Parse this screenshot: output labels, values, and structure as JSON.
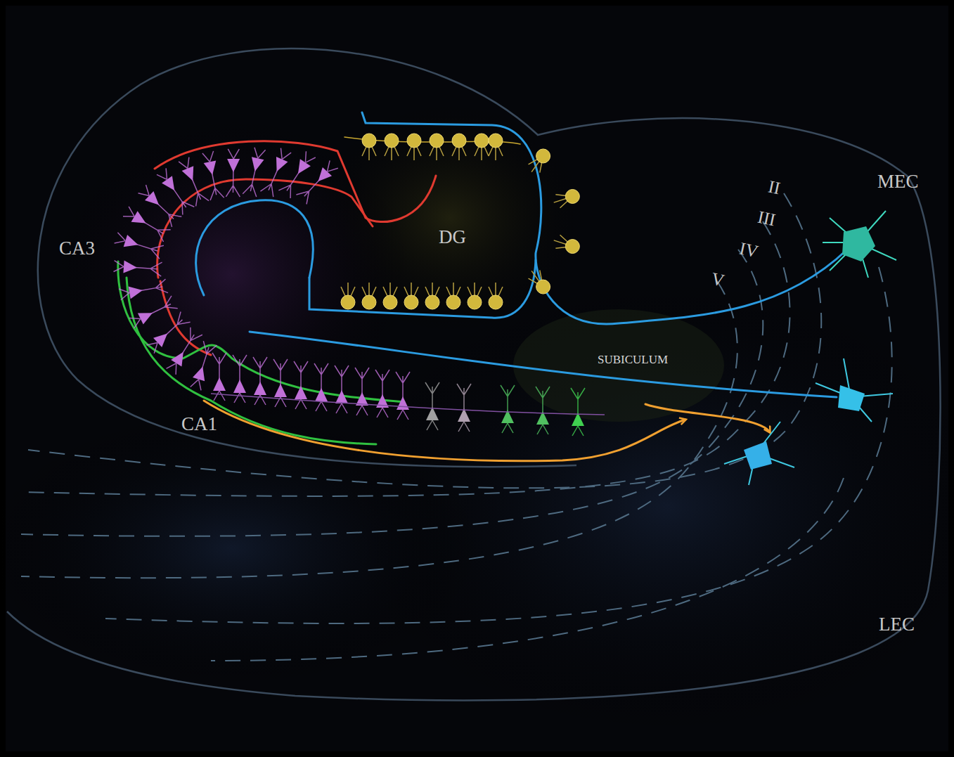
{
  "diagram": {
    "labels": [
      "CA3",
      "DG",
      "CA1",
      "SUBICULUM",
      "II",
      "III",
      "IV",
      "V",
      "MEC",
      "LEC"
    ]
  }
}
